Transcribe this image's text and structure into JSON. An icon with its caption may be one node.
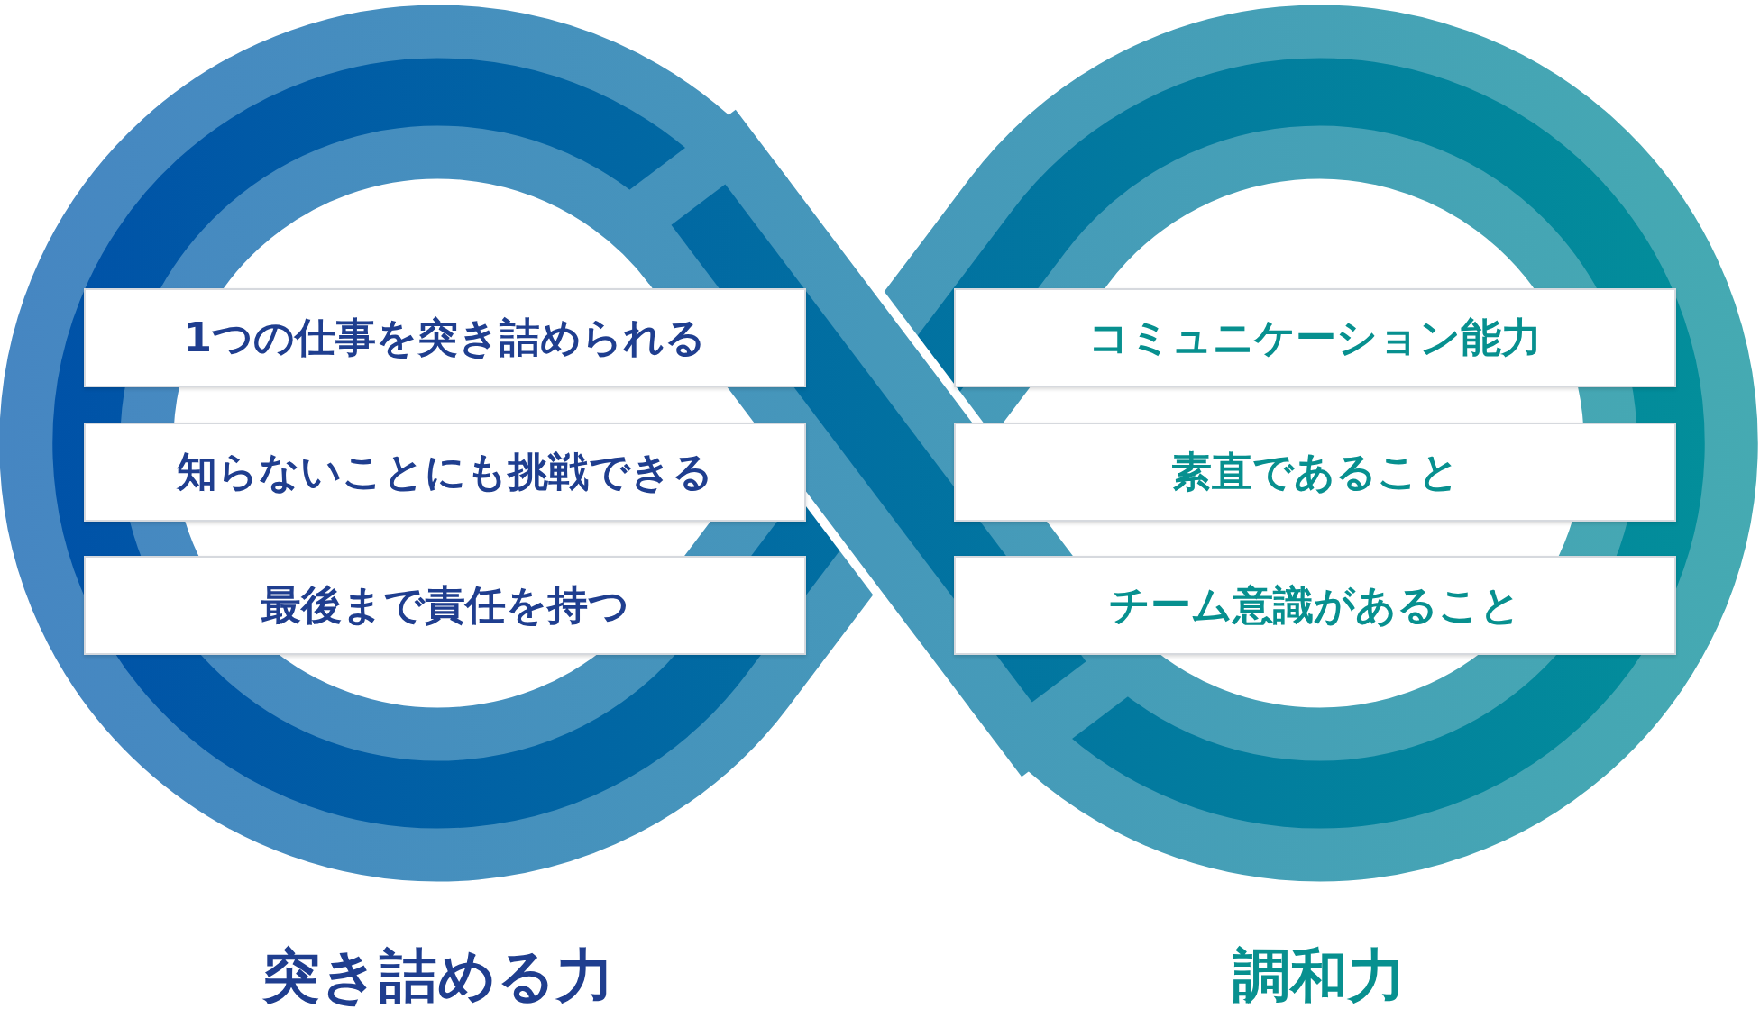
{
  "diagram": {
    "nodes": [
      {
        "text": [
          "1つの仕事を突き詰められる"
        ]
      },
      {
        "text": [
          "知らないことにも挑戦できる"
        ]
      },
      {
        "text": [
          "最後まで責任を持つ"
        ]
      },
      {
        "text": [
          "コミュニケーション能力"
        ]
      },
      {
        "text": [
          "素直であること"
        ]
      },
      {
        "text": [
          "チーム意識があること"
        ]
      }
    ],
    "labels": [
      "突き詰める力",
      "調和力"
    ]
  }
}
